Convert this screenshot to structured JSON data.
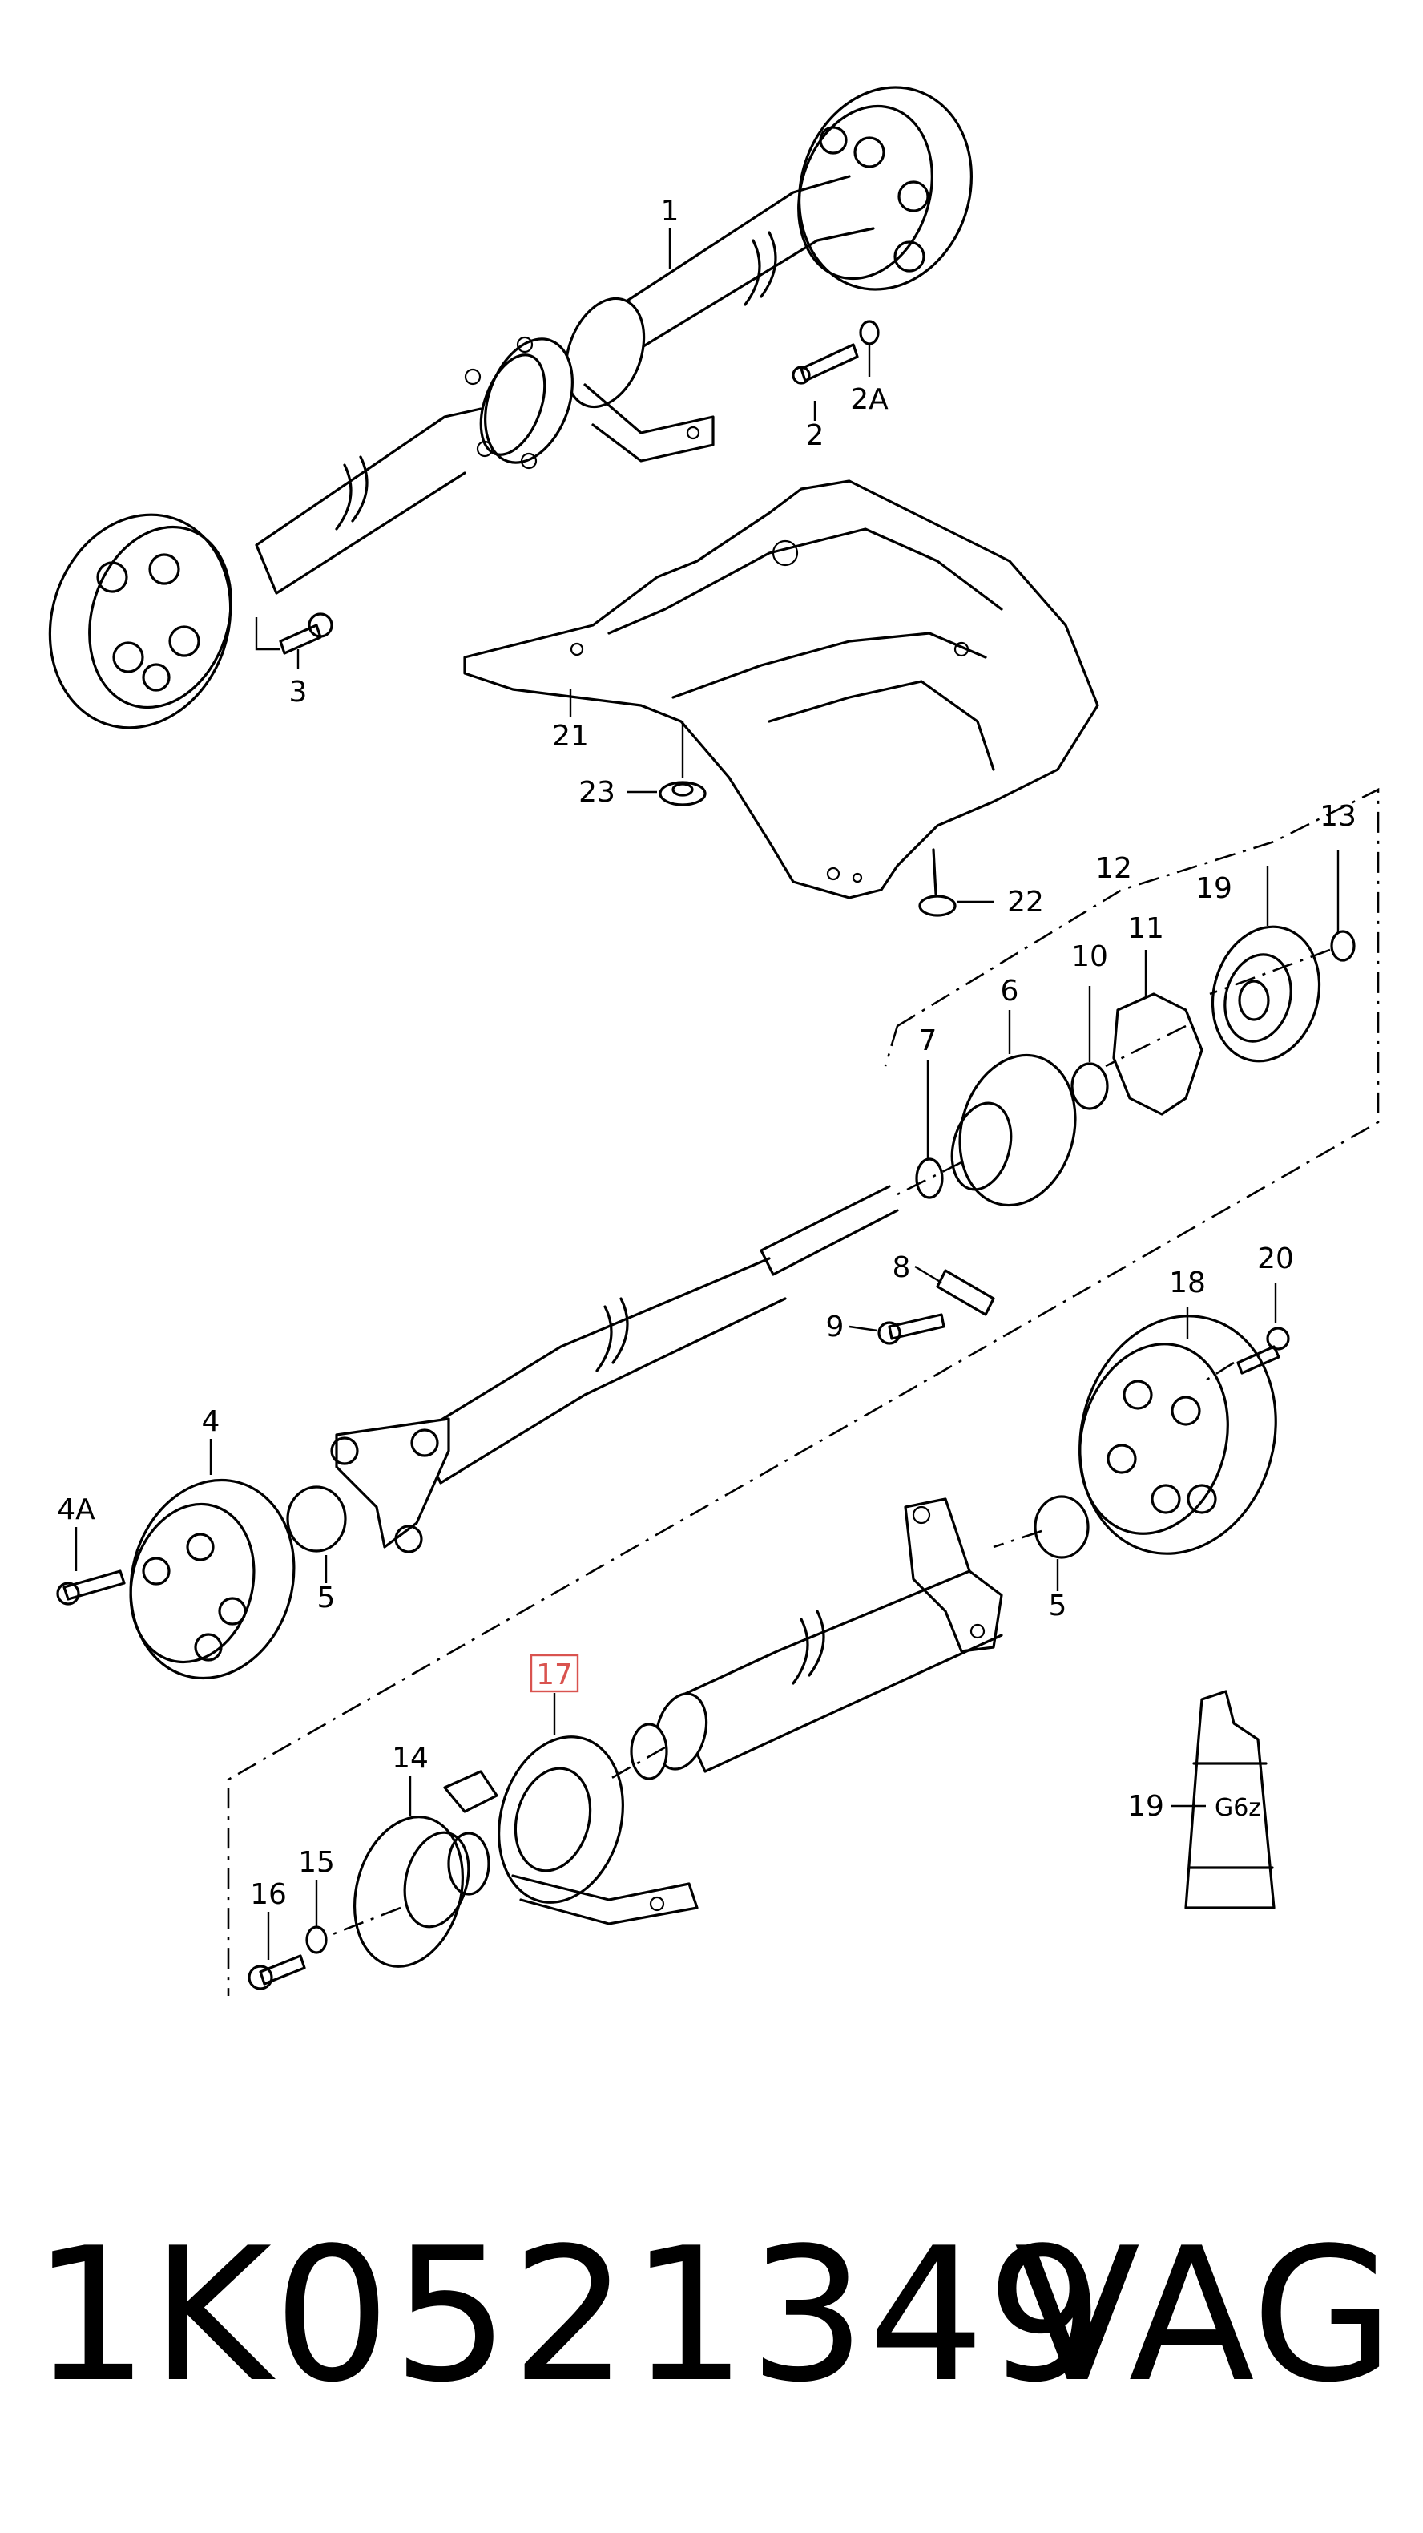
{
  "callouts": {
    "l1": "1",
    "l2": "2",
    "l2a": "2A",
    "l3": "3",
    "l21": "21",
    "l23": "23",
    "l22": "22",
    "l12": "12",
    "l13": "13",
    "l19a": "19",
    "l11": "11",
    "l10": "10",
    "l6": "6",
    "l7": "7",
    "l8": "8",
    "l9": "9",
    "l18": "18",
    "l20": "20",
    "l4": "4",
    "l4a": "4A",
    "l5a": "5",
    "l5b": "5",
    "l17": "17",
    "l14": "14",
    "l15": "15",
    "l16": "16",
    "l19b": "19",
    "g6": "G6z"
  },
  "highlight": {
    "color": "#d9534f"
  },
  "footer": {
    "part_number": "1K0521349",
    "brand": "VAG"
  }
}
